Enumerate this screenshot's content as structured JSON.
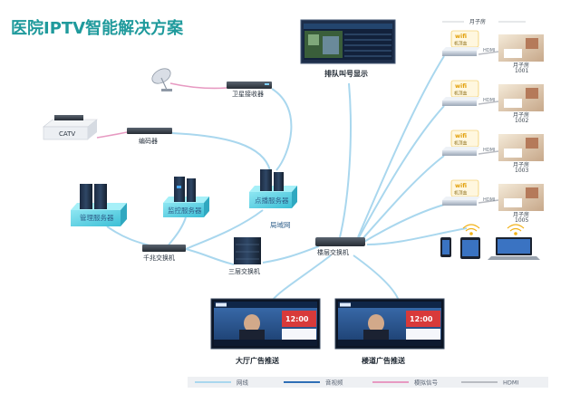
{
  "title": "医院IPTV智能解决方案",
  "colors": {
    "title": "#1f9a9c",
    "network": "#a9d7ee",
    "av": "#2f6fb6",
    "analog": "#e79ac2",
    "hdmi": "#b9bcc2",
    "cyan_box": "#5fd3e6"
  },
  "nodes": {
    "satellite_receiver": "卫星接收器",
    "catv": "CATV",
    "encoder": "编码器",
    "mgmt_server": "管理服务器",
    "monitor_server": "监控服务器",
    "ondemand_server": "点播服务器",
    "cloud": "局域网",
    "gigabit_switch": "千兆交换机",
    "l3_switch": "三层交换机",
    "floor_switch": "楼层交换机",
    "queue_display": "排队叫号显示",
    "lobby_ads": "大厅广告推送",
    "corridor_ads": "楼道广告推送"
  },
  "rooms": {
    "header": "月子房",
    "wifi_label": "wifi",
    "box_label": "机顶盒",
    "hdmi": "HDMI",
    "items": [
      {
        "name": "月子房",
        "num": "1001"
      },
      {
        "name": "月子房",
        "num": "1002"
      },
      {
        "name": "月子房",
        "num": "1003"
      },
      {
        "name": "月子房",
        "num": "1005"
      }
    ]
  },
  "tv_screen": {
    "time": "12:00",
    "suffix": "",
    "ticker": ""
  },
  "legend": [
    {
      "label": "网线",
      "key": "network"
    },
    {
      "label": "音视频",
      "key": "av"
    },
    {
      "label": "模拟信号",
      "key": "analog"
    },
    {
      "label": "HDMI",
      "key": "hdmi"
    }
  ]
}
